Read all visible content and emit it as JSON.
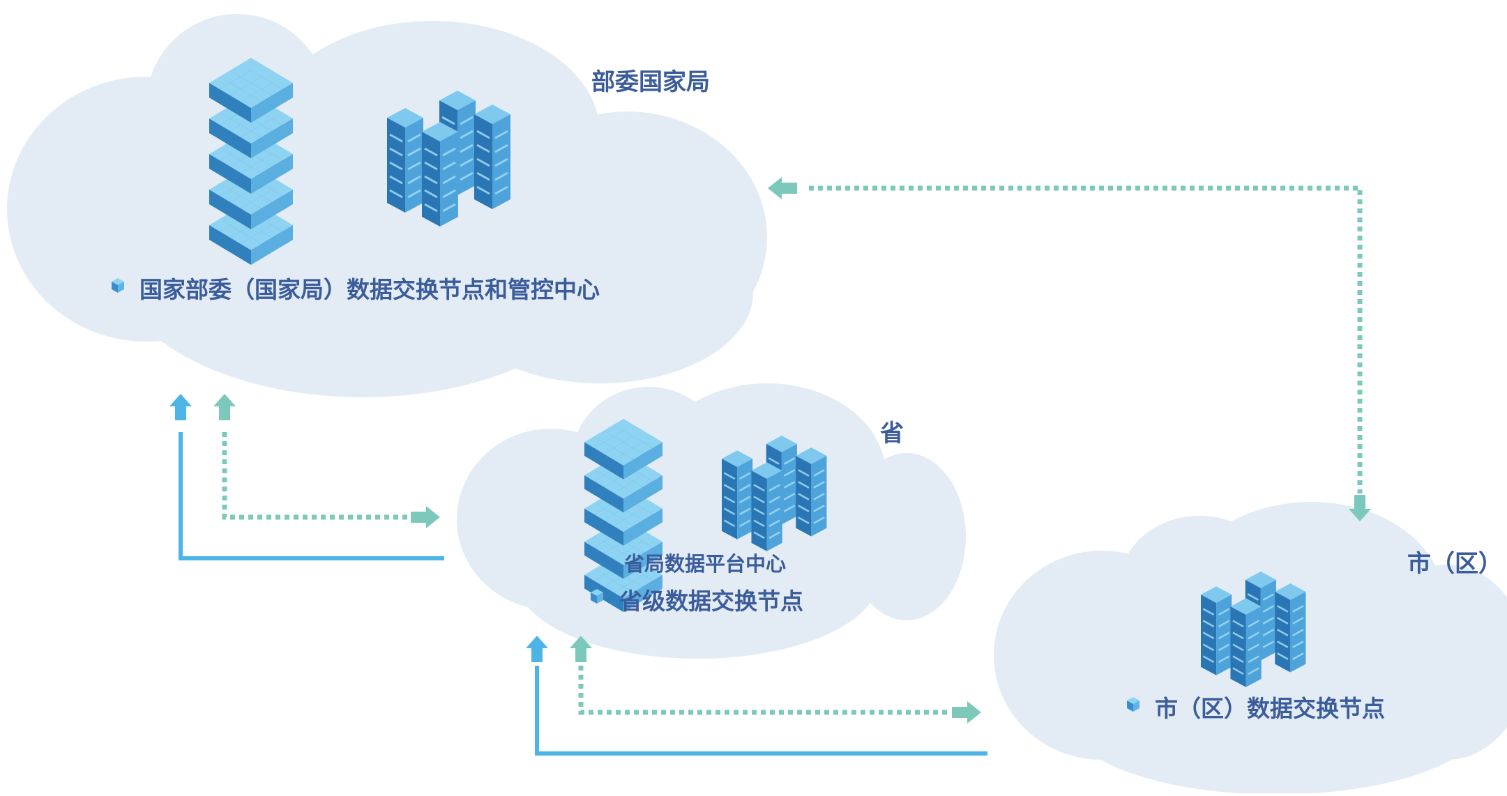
{
  "colors": {
    "cloud": "#e3ecf4",
    "title_text": "#3b5c9a",
    "arrow_blue": "#4db5e6",
    "arrow_teal": "#7cc9bb",
    "building_dark": "#1f5f94",
    "building_mid": "#3b8cc4",
    "building_light": "#7cc6ec"
  },
  "tiers": {
    "ministry": {
      "title": "部委国家局",
      "label": "国家部委（国家局）数据交换节点和管控中心",
      "icons": [
        "cube-rack-icon",
        "building-cluster-icon"
      ]
    },
    "province": {
      "title": "省",
      "sub_label": "省局数据平台中心",
      "label": "省级数据交换节点",
      "icons": [
        "cube-rack-icon",
        "building-cluster-icon"
      ]
    },
    "city": {
      "title": "市（区）",
      "label": "市（区）数据交换节点",
      "icons": [
        "building-cluster-icon"
      ]
    }
  },
  "connections": [
    {
      "from": "province",
      "to": "ministry",
      "style": "solid",
      "color": "arrow_blue"
    },
    {
      "from": "ministry",
      "to": "province",
      "style": "dotted",
      "color": "arrow_teal"
    },
    {
      "from": "city",
      "to": "province",
      "style": "solid",
      "color": "arrow_blue"
    },
    {
      "from": "province",
      "to": "city",
      "style": "dotted",
      "color": "arrow_teal"
    },
    {
      "from": "ministry",
      "to": "city",
      "style": "dotted",
      "color": "arrow_teal"
    }
  ]
}
